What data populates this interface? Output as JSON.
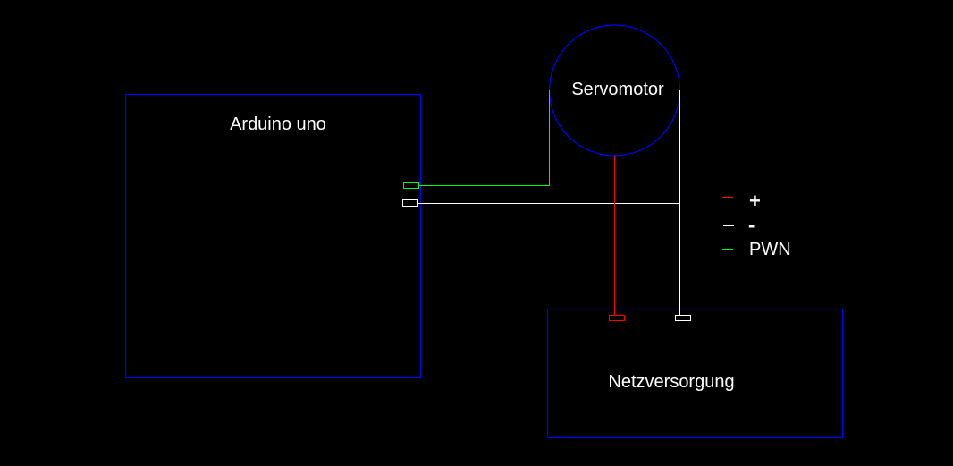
{
  "components": {
    "arduino": {
      "label": "Arduino uno"
    },
    "servo": {
      "label": "Servomotor"
    },
    "power": {
      "label": "Netzversorgung"
    }
  },
  "legend": [
    {
      "label": "+",
      "color": "#ff0000"
    },
    {
      "label": "-",
      "color": "#ffffff"
    },
    {
      "label": "PWN",
      "color": "#00ff00"
    }
  ],
  "colors": {
    "outline": "#0000ff",
    "plus": "#ff0000",
    "minus": "#ffffff",
    "pwm": "#00ff00"
  }
}
